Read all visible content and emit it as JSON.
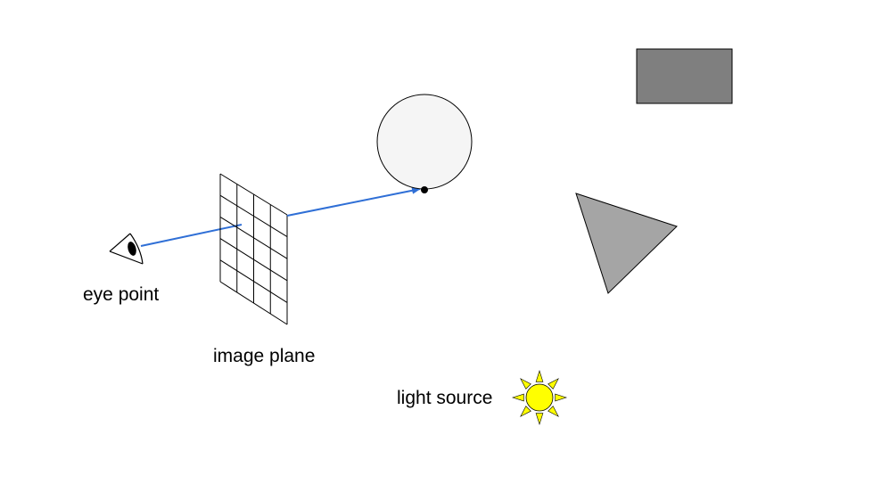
{
  "labels": {
    "eye_point": "eye point",
    "image_plane": "image plane",
    "light_source": "light source"
  },
  "colors": {
    "ray": "#2f6fd6",
    "sphere_fill": "#f5f5f5",
    "rectangle_fill": "#7f7f7f",
    "triangle_fill": "#a5a5a5",
    "sun_fill": "#ffff00",
    "outline": "#000000"
  },
  "icons": {
    "eye": "eye-icon",
    "sun": "sun-icon"
  },
  "image_plane_grid": {
    "rows": 5,
    "columns": 4
  }
}
